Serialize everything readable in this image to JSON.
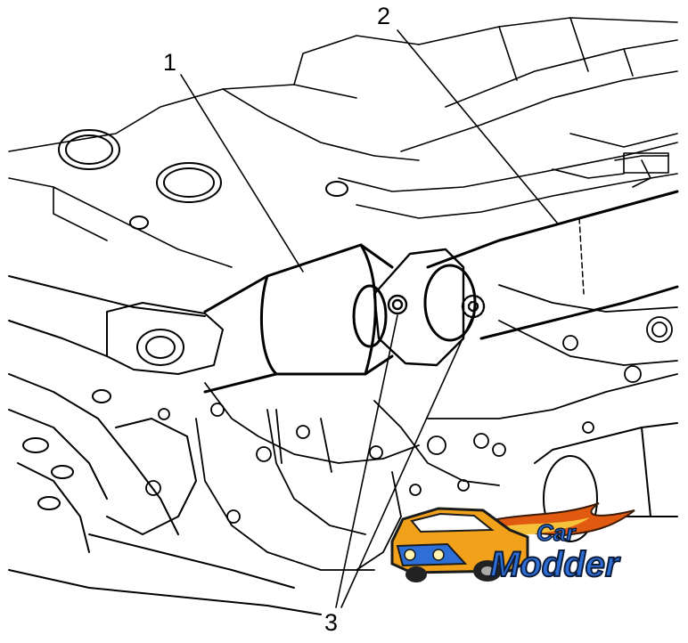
{
  "callouts": [
    {
      "id": "1",
      "label": "1"
    },
    {
      "id": "2",
      "label": "2"
    },
    {
      "id": "3",
      "label": "3"
    }
  ],
  "watermark": {
    "line1": "Car",
    "line2": "Modder",
    "colors": {
      "car_body": "#f2a21a",
      "flame": "#e05a10",
      "text_fill": "#2d6fd6",
      "text_outline": "#0c1c3a"
    }
  },
  "colors": {
    "line": "#000000",
    "background": "#ffffff"
  }
}
